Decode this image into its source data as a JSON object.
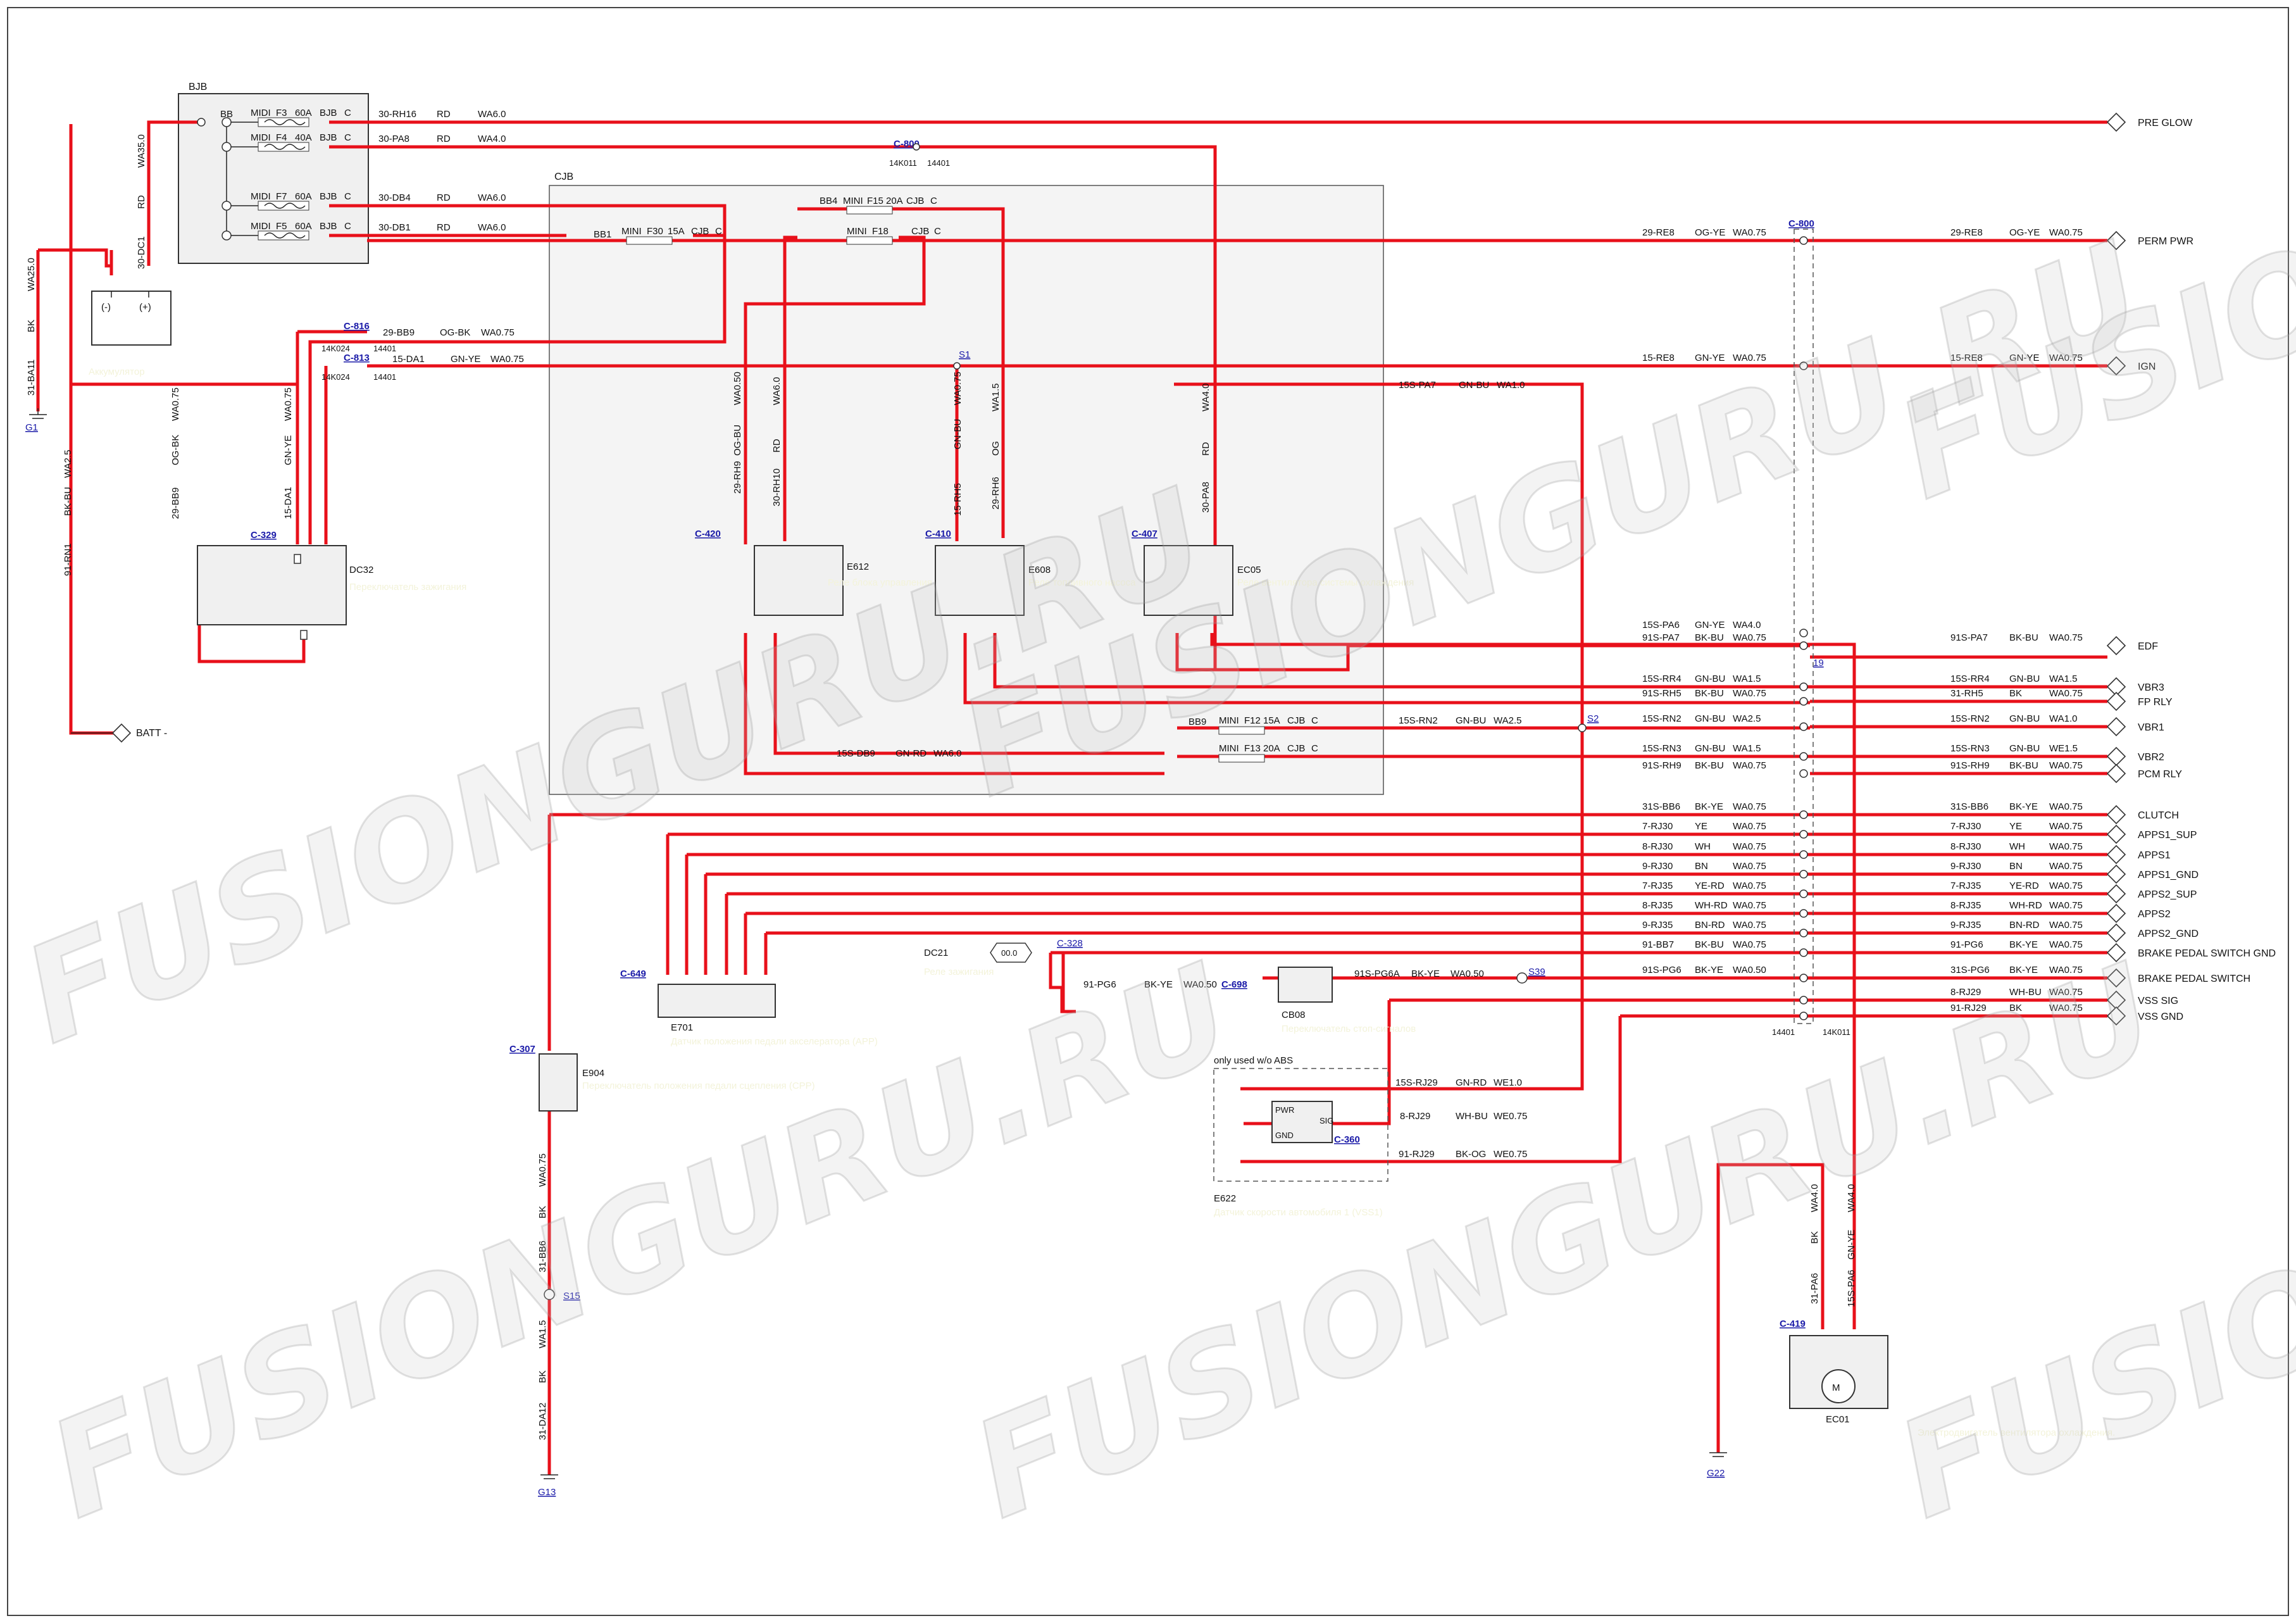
{
  "watermark": "FUSIONGURU.RU",
  "colors": {
    "wire": "#e8101a",
    "link": "#1a1aa8"
  },
  "modules": {
    "bjb": "BJB",
    "cjb": "CJB",
    "bb": "BB",
    "battery": "Аккумулятор",
    "battery_minus": "(-)",
    "battery_plus": "(+)",
    "ignition_switch_code": "DC32",
    "ignition_switch": "Переключатель зажигания",
    "e612_code": "E612",
    "e612": "Реле блока управления силовым агрегатом",
    "e608_code": "E608",
    "e608": "Реле топливного насоса",
    "ec05_code": "EC05",
    "ec05": "Реле вентилятора системы охлаждения",
    "e701_code": "E701",
    "e701": "Датчик положения педали акселератора (APP)",
    "e904_code": "E904",
    "e904": "Переключатель положения педали сцепления (CPP)",
    "dc21_code": "DC21",
    "dc21": "Реле зажигания",
    "dc21_val": "00.0",
    "cb08_code": "CB08",
    "cb08": "Переключатель стоп-сигналов",
    "abs_note": "only used w/o ABS",
    "e622_code": "E622",
    "e622": "Датчик скорости автомобиля 1 (VSS1)",
    "ec01_code": "EC01",
    "ec01": "Электродвигатель вентилятора охлаждения.",
    "pwr": "PWR",
    "sig": "SIG",
    "gnd": "GND"
  },
  "connectors": {
    "c800a": "C-800",
    "c800b": "C-800",
    "c816": "C-816",
    "c813": "C-813",
    "c329": "C-329",
    "c420": "C-420",
    "c410": "C-410",
    "c407": "C-407",
    "c649": "C-649",
    "c328": "C-328",
    "c698": "C-698",
    "c307": "C-307",
    "c360": "C-360",
    "c419": "C-419"
  },
  "grounds": {
    "g1": "G1",
    "g13": "G13",
    "g22": "G22"
  },
  "splices": {
    "s1": "S1",
    "s2": "S2",
    "s15": "S15",
    "s39": "S39"
  },
  "fuses": [
    {
      "name": "MIDI",
      "id": "F3",
      "rating": "60A",
      "box": "BJB",
      "pin": "C"
    },
    {
      "name": "MIDI",
      "id": "F4",
      "rating": "40A",
      "box": "BJB",
      "pin": "C"
    },
    {
      "name": "MIDI",
      "id": "F7",
      "rating": "60A",
      "box": "BJB",
      "pin": "C"
    },
    {
      "name": "MIDI",
      "id": "F5",
      "rating": "60A",
      "box": "BJB",
      "pin": "C"
    },
    {
      "name": "MINI",
      "id": "F30",
      "rating": "15A",
      "box": "CJB",
      "pin": "C"
    },
    {
      "name": "MINI",
      "id": "F15",
      "rating": "20A",
      "box": "CJB",
      "pin": "C"
    },
    {
      "name": "MINI",
      "id": "F18",
      "rating": "",
      "box": "CJB",
      "pin": "C"
    },
    {
      "name": "MINI",
      "id": "F12",
      "rating": "15A",
      "box": "CJB",
      "pin": "C"
    },
    {
      "name": "MINI",
      "id": "F13",
      "rating": "20A",
      "box": "CJB",
      "pin": "C"
    }
  ],
  "bjb_wires": [
    {
      "circuit": "30-RH16",
      "color": "RD",
      "gauge": "WA6.0"
    },
    {
      "circuit": "30-PA8",
      "color": "RD",
      "gauge": "WA4.0"
    },
    {
      "circuit": "30-DB4",
      "color": "RD",
      "gauge": "WA6.0"
    },
    {
      "circuit": "30-DB1",
      "color": "RD",
      "gauge": "WA6.0"
    }
  ],
  "misc_labels": {
    "bb1": "BB1",
    "bb4": "BB4",
    "bb9": "BB9",
    "k14k011": "14K011",
    "k14401": "14401",
    "k14k024": "14K024",
    "w29bb9": "29-BB9",
    "w29bb9_c": "OG-BK",
    "w29bb9_g": "WA0.75",
    "w15da1": "15-DA1",
    "w15da1_c": "GN-YE",
    "w15da1_g": "WA0.75",
    "w15pa7": "15S-PA7",
    "w15pa7_c": "GN-BU",
    "w15pa7_g": "WA1.0",
    "w15sdb9": "15S-DB9",
    "w15sdb9_c": "GN-RD",
    "w15sdb9_g": "WA6.0",
    "w29rj": "15S-RJ29",
    "w29rj_c": "GN-RD",
    "w29rj_g": "WE1.0",
    "w8rj": "8-RJ29",
    "w8rj_c": "WH-BU",
    "w8rj_g": "WE0.75",
    "w91rj": "91-RJ29",
    "w91rj_c": "BK-OG",
    "w91rj_g": "WE0.75",
    "w91pg6": "91-PG6",
    "w91pg6_c": "BK-YE",
    "w91pg6_g": "WA0.50",
    "w91spg6a": "91S-PG6A",
    "w91spg6a_c": "BK-YE",
    "w91spg6a_g": "WA0.50",
    "v_bk": "BK",
    "v_31ba11": "31-BA11",
    "v_wa25": "WA25.0",
    "v_rd": "RD",
    "v_30dc1": "30-DC1",
    "v_wa35": "WA35.0",
    "v_bkbu": "BK-BU",
    "v_91rn1": "91-RN1",
    "v_wa25b": "WA2.5",
    "v_ogbk": "OG-BK",
    "v_wa075": "WA0.75",
    "v_29bb9": "29-BB9",
    "v_gnye": "GN-YE",
    "v_15da1": "15-DA1",
    "v_29rh9": "29-RH9",
    "v_ogbu": "OG-BU",
    "v_wa050": "WA0.50",
    "v_30rh10": "30-RH10",
    "v_wa60": "WA6.0",
    "v_15rh5": "15-RH5",
    "v_gnbu": "GN-BU",
    "v_29rh6": "29-RH6",
    "v_og": "OG",
    "v_wa15": "WA1.5",
    "v_30pa8": "30-PA8",
    "v_wa40": "WA4.0",
    "v_31bb6": "31-BB6",
    "v_31da12": "31-DA12",
    "v_31pa6": "31-PA6",
    "v_15spa6": "15S-PA6",
    "v_wa40b": "WA4.0",
    "r_14401": "14401",
    "r_14k011": "14K011",
    "r_19": "19"
  },
  "signals": [
    {
      "left": "29-RE8",
      "lcolor": "OG-YE",
      "lgauge": "WA0.75",
      "right": "29-RE8",
      "rcolor": "OG-YE",
      "rgauge": "WA0.75",
      "name": "PERM PWR"
    },
    {
      "left": "15-RE8",
      "lcolor": "GN-YE",
      "lgauge": "WA0.75",
      "right": "15-RE8",
      "rcolor": "GN-YE",
      "rgauge": "WA0.75",
      "name": "IGN"
    },
    {
      "left": "15S-PA6",
      "lcolor": "GN-YE",
      "lgauge": "WA4.0",
      "right": "",
      "rcolor": "",
      "rgauge": "",
      "name": ""
    },
    {
      "left": "91S-PA7",
      "lcolor": "BK-BU",
      "lgauge": "WA0.75",
      "right": "91S-PA7",
      "rcolor": "BK-BU",
      "rgauge": "WA0.75",
      "name": "EDF"
    },
    {
      "left": "15S-RR4",
      "lcolor": "GN-BU",
      "lgauge": "WA1.5",
      "right": "15S-RR4",
      "rcolor": "GN-BU",
      "rgauge": "WA1.5",
      "name": "VBR3"
    },
    {
      "left": "91S-RH5",
      "lcolor": "BK-BU",
      "lgauge": "WA0.75",
      "right": "31-RH5",
      "rcolor": "BK",
      "rgauge": "WA0.75",
      "name": "FP RLY"
    },
    {
      "left": "15S-RN2",
      "lcolor": "GN-BU",
      "lgauge": "WA2.5",
      "right": "15S-RN2",
      "rcolor": "GN-BU",
      "rgauge": "WA1.0",
      "name": "VBR1"
    },
    {
      "left": "15S-RN3",
      "lcolor": "GN-BU",
      "lgauge": "WA1.5",
      "right": "15S-RN3",
      "rcolor": "GN-BU",
      "rgauge": "WE1.5",
      "name": "VBR2"
    },
    {
      "left": "91S-RH9",
      "lcolor": "BK-BU",
      "lgauge": "WA0.75",
      "right": "91S-RH9",
      "rcolor": "BK-BU",
      "rgauge": "WA0.75",
      "name": "PCM RLY"
    },
    {
      "left": "31S-BB6",
      "lcolor": "BK-YE",
      "lgauge": "WA0.75",
      "right": "31S-BB6",
      "rcolor": "BK-YE",
      "rgauge": "WA0.75",
      "name": "CLUTCH"
    },
    {
      "left": "7-RJ30",
      "lcolor": "YE",
      "lgauge": "WA0.75",
      "right": "7-RJ30",
      "rcolor": "YE",
      "rgauge": "WA0.75",
      "name": "APPS1_SUP"
    },
    {
      "left": "8-RJ30",
      "lcolor": "WH",
      "lgauge": "WA0.75",
      "right": "8-RJ30",
      "rcolor": "WH",
      "rgauge": "WA0.75",
      "name": "APPS1"
    },
    {
      "left": "9-RJ30",
      "lcolor": "BN",
      "lgauge": "WA0.75",
      "right": "9-RJ30",
      "rcolor": "BN",
      "rgauge": "WA0.75",
      "name": "APPS1_GND"
    },
    {
      "left": "7-RJ35",
      "lcolor": "YE-RD",
      "lgauge": "WA0.75",
      "right": "7-RJ35",
      "rcolor": "YE-RD",
      "rgauge": "WA0.75",
      "name": "APPS2_SUP"
    },
    {
      "left": "8-RJ35",
      "lcolor": "WH-RD",
      "lgauge": "WA0.75",
      "right": "8-RJ35",
      "rcolor": "WH-RD",
      "rgauge": "WA0.75",
      "name": "APPS2"
    },
    {
      "left": "9-RJ35",
      "lcolor": "BN-RD",
      "lgauge": "WA0.75",
      "right": "9-RJ35",
      "rcolor": "BN-RD",
      "rgauge": "WA0.75",
      "name": "APPS2_GND"
    },
    {
      "left": "91-BB7",
      "lcolor": "BK-BU",
      "lgauge": "WA0.75",
      "right": "91-PG6",
      "rcolor": "BK-YE",
      "rgauge": "WA0.75",
      "name": "BRAKE PEDAL SWITCH GND"
    },
    {
      "left": "91S-PG6",
      "lcolor": "BK-YE",
      "lgauge": "WA0.50",
      "right": "31S-PG6",
      "rcolor": "BK-YE",
      "rgauge": "WA0.75",
      "name": "BRAKE PEDAL SWITCH"
    },
    {
      "left": "",
      "lcolor": "",
      "lgauge": "",
      "right": "8-RJ29",
      "rcolor": "WH-BU",
      "rgauge": "WA0.75",
      "name": "VSS SIG"
    },
    {
      "left": "",
      "lcolor": "",
      "lgauge": "",
      "right": "91-RJ29",
      "rcolor": "BK",
      "rgauge": "WA0.75",
      "name": "VSS GND"
    }
  ],
  "top_signals": {
    "pre_glow": "PRE GLOW",
    "batt_minus": "BATT -"
  }
}
